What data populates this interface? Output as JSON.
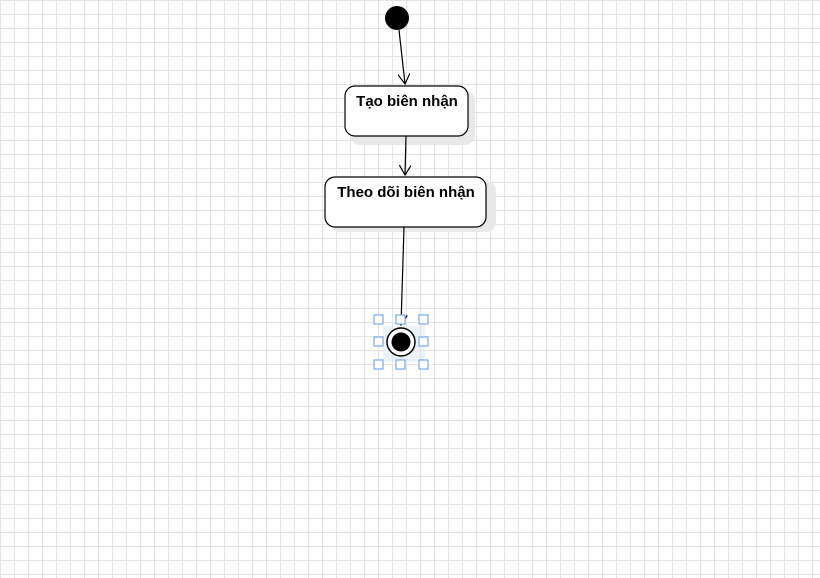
{
  "diagram": {
    "nodes": {
      "create_receipt": {
        "label": "Tạo biên nhận"
      },
      "track_receipt": {
        "label": "Theo dõi biên nhận"
      }
    },
    "colors": {
      "node_fill": "#ffffff",
      "node_stroke": "#000000",
      "shadow": "#e8e8e8",
      "selection": "#7aaaf0",
      "grid": "#e4e4e4"
    },
    "selected_node": "final-state"
  }
}
